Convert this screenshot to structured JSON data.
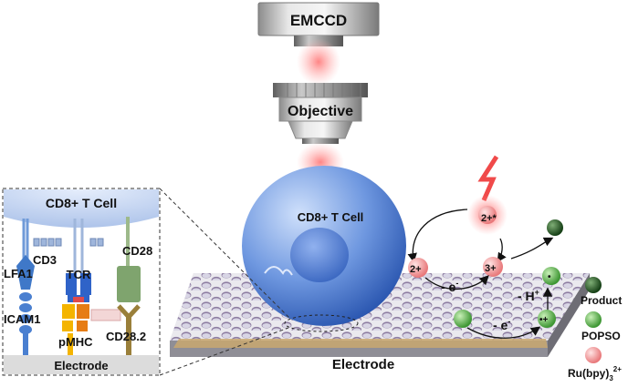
{
  "camera": {
    "label": "EMCCD"
  },
  "objective": {
    "label": "Objective"
  },
  "cell": {
    "label": "CD8+ T Cell"
  },
  "electrode": {
    "label": "Electrode"
  },
  "reaction": {
    "excited_label": "2+*",
    "ru2_label": "2+",
    "ru3_label": "3+",
    "oxidation_label": "- e",
    "oxidation_sup": "-",
    "deprotonation_label": "- H",
    "deprotonation_sup": "+",
    "popso_oxidation_label": "- e",
    "popso_oxidation_sup": "-",
    "popso_radical_cation_label": "•+",
    "popso_radical_label": "•"
  },
  "legend": {
    "product": "Product",
    "popso": "POPSO",
    "ru_main": "Ru(bpy)",
    "ru_sub": "3",
    "ru_sup": "2+"
  },
  "inset": {
    "cell_label": "CD8+ T Cell",
    "cd3": "CD3",
    "tcr": "TCR",
    "cd28": "CD28",
    "lfa1": "LFA1",
    "icam1": "ICAM1",
    "pmhc": "pMHC",
    "cd28_2": "CD28.2",
    "electrode": "Electrode"
  },
  "colors": {
    "cell_blue": "#3f72c9",
    "ru_pink": "#f08f8f",
    "popso_green": "#56a84a",
    "product_green": "#1f5e1f",
    "flash_red": "#f04a4a",
    "electrode_grey": "#c8c8cc"
  }
}
